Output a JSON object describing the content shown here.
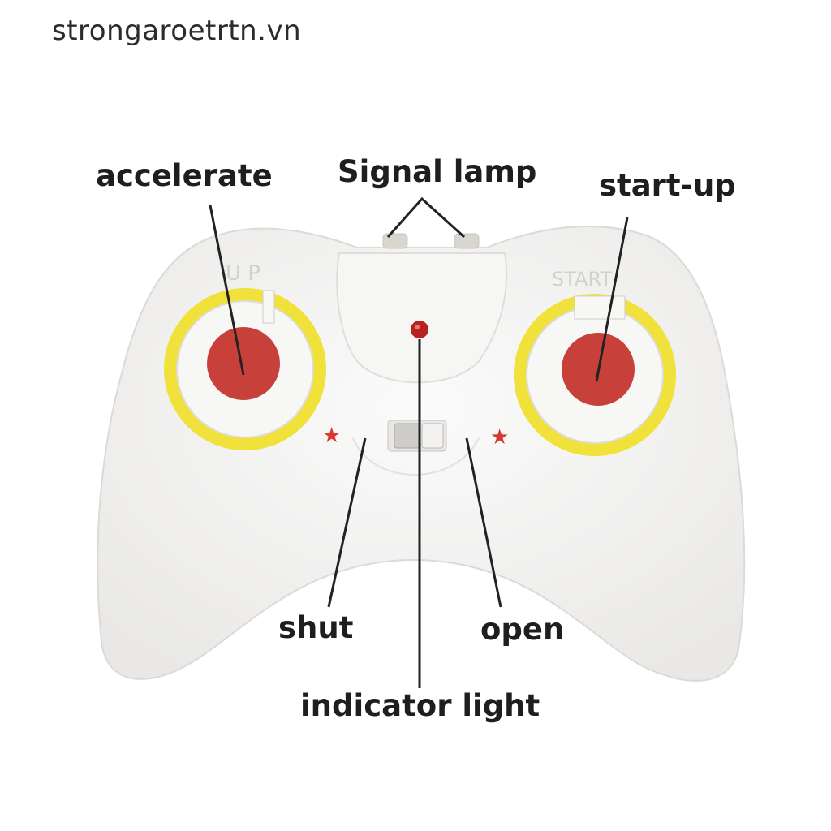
{
  "watermark": "strongaroetrtn.vn",
  "labels": {
    "accelerate": "accelerate",
    "signal_lamp": "Signal lamp",
    "start_up": "start-up",
    "shut": "shut",
    "open": "open",
    "indicator_light": "indicator light"
  },
  "controller_marks": {
    "left_stick": "U P",
    "right_stick": "START"
  },
  "colors": {
    "body": "#f2f1f0",
    "ring": "#f0e23a",
    "button": "#c8403a",
    "led": "#b8221f",
    "star": "#d8382f",
    "line": "#222222"
  }
}
